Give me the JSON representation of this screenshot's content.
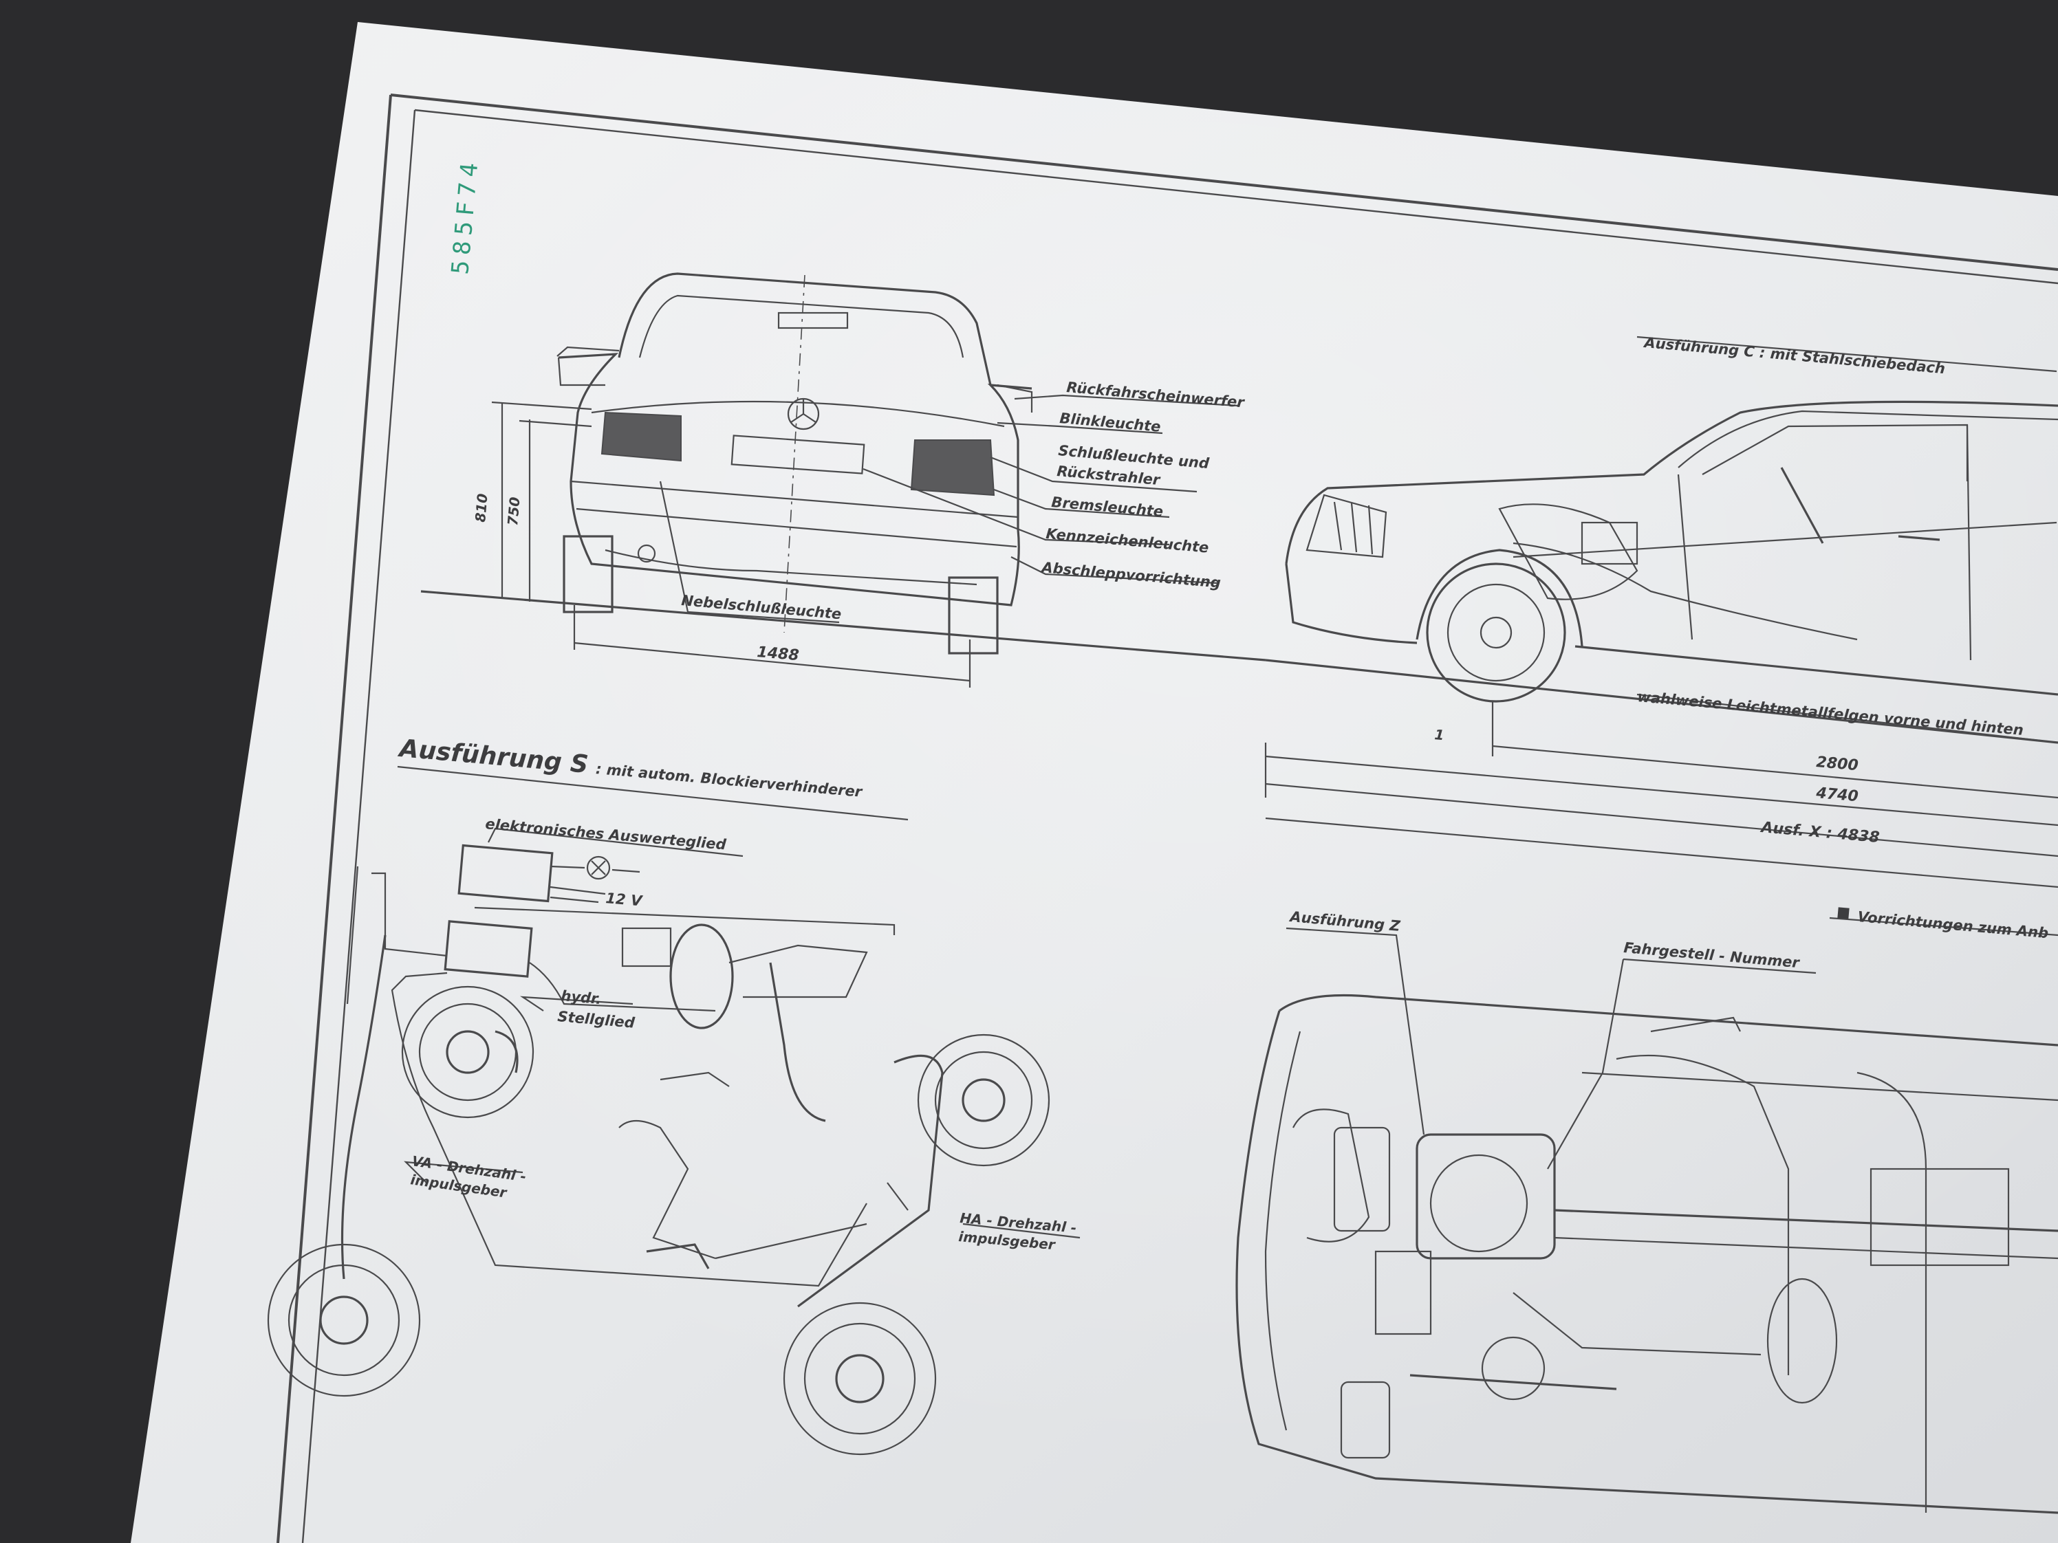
{
  "sheet": {
    "stamp": "585F74"
  },
  "rear_view": {
    "labels": [
      "Rückfahrscheinwerfer",
      "Blinkleuchte",
      "Schlußleuchte und",
      "Rückstrahler",
      "Bremsleuchte",
      "Kennzeichenleuchte",
      "Abschleppvorrichtung"
    ],
    "fog_label": "Nebelschlußleuchte",
    "dim_height_outer": "810",
    "dim_height_inner": "750",
    "dim_track": "1488"
  },
  "side_view": {
    "variant_c": "Ausführung C : mit Stahlschiebedach",
    "wheels_note": "wahlweise Leichtmetallfelgen vorne und hinten",
    "marker_1": "1",
    "dim_wheelbase": "2800",
    "dim_length": "4740",
    "dim_length_x": "Ausf. X : 4838"
  },
  "abs_diagram": {
    "title": "Ausführung S",
    "subtitle": ": mit autom. Blockierverhinderer",
    "ecu": "elektronisches Auswerteglied",
    "voltage": "12 V",
    "actuator_1": "hydr.",
    "actuator_2": "Stellglied",
    "front_sensor_1": "VA - Drehzahl -",
    "front_sensor_2": "impulsgeber",
    "rear_sensor_1": "HA - Drehzahl -",
    "rear_sensor_2": "impulsgeber"
  },
  "chassis_view": {
    "variant_z": "Ausführung Z",
    "chassis_number": "Fahrgestell - Nummer",
    "towing_note": "Vorrichtungen zum Anb"
  }
}
